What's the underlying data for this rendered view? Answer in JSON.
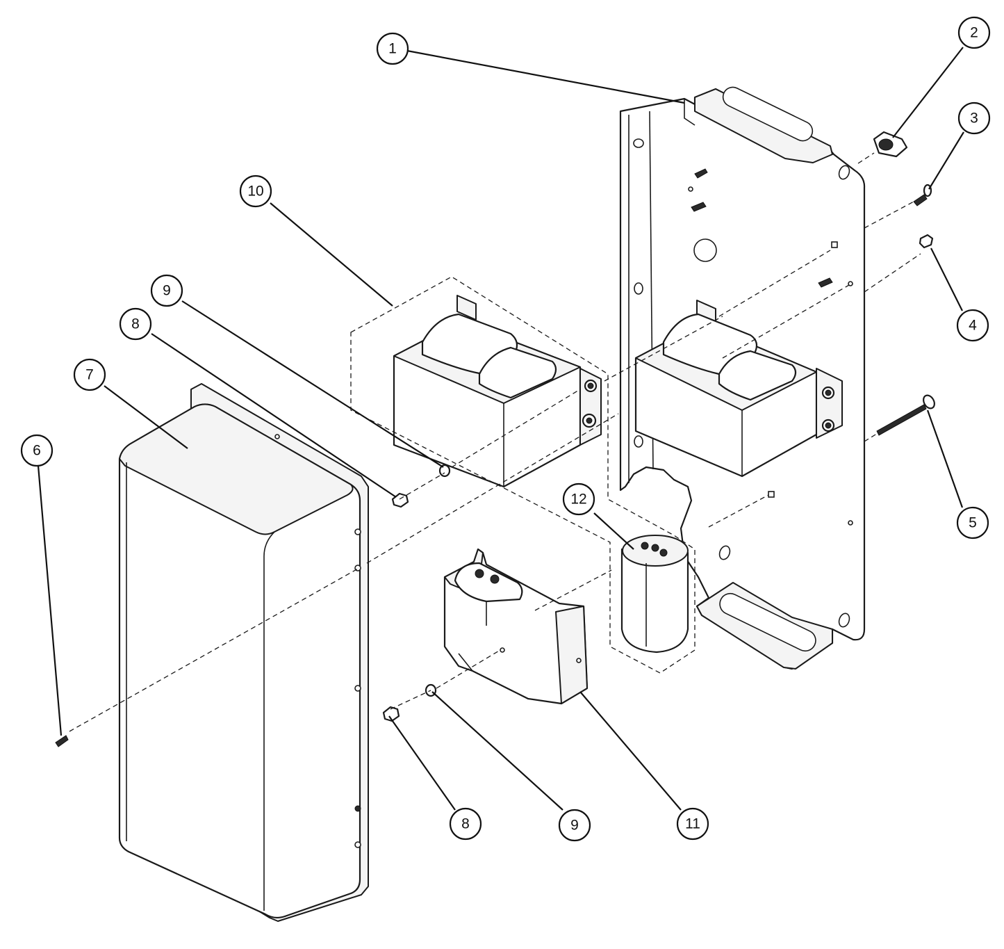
{
  "callouts": [
    {
      "id": "c1",
      "label": "1"
    },
    {
      "id": "c2",
      "label": "2"
    },
    {
      "id": "c3",
      "label": "3"
    },
    {
      "id": "c4",
      "label": "4"
    },
    {
      "id": "c5",
      "label": "5"
    },
    {
      "id": "c6",
      "label": "6"
    },
    {
      "id": "c7",
      "label": "7"
    },
    {
      "id": "c8a",
      "label": "8"
    },
    {
      "id": "c9a",
      "label": "9"
    },
    {
      "id": "c10",
      "label": "10"
    },
    {
      "id": "c12",
      "label": "12"
    },
    {
      "id": "c8b",
      "label": "8"
    },
    {
      "id": "c9b",
      "label": "9"
    },
    {
      "id": "c11",
      "label": "11"
    }
  ]
}
